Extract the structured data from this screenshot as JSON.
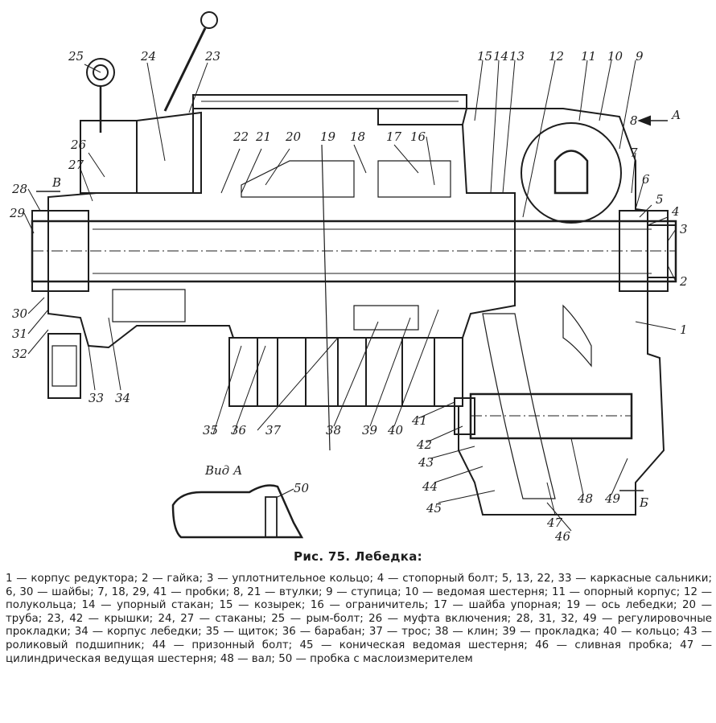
{
  "figure": {
    "caption": "Рис. 75. Лебедка:",
    "view_label": "Вид А",
    "arrow_labels": [
      "А",
      "В",
      "Б"
    ],
    "callouts": [
      "1",
      "2",
      "3",
      "4",
      "5",
      "6",
      "7",
      "8",
      "9",
      "10",
      "11",
      "12",
      "13",
      "14",
      "15",
      "16",
      "17",
      "18",
      "19",
      "20",
      "21",
      "22",
      "23",
      "24",
      "25",
      "26",
      "27",
      "28",
      "29",
      "30",
      "31",
      "32",
      "33",
      "34",
      "35",
      "36",
      "37",
      "38",
      "39",
      "40",
      "41",
      "42",
      "43",
      "44",
      "45",
      "46",
      "47",
      "48",
      "49",
      "50"
    ],
    "legend": "1 — корпус редуктора; 2 — гайка; 3 — уплотнительное кольцо; 4 — стопорный болт; 5, 13, 22, 33 — каркасные сальники; 6, 30 — шайбы; 7, 18, 29, 41 — пробки; 8, 21 — втулки; 9 — ступица; 10 — ведомая шестерня; 11 — опорный корпус; 12 — полукольца; 14 — упорный стакан; 15 — козырек; 16 — ограничитель; 17 — шайба упорная; 19 — ось лебедки; 20 — труба; 23, 42 — крышки; 24, 27 — стаканы; 25 — рым-болт; 26 — муфта включения; 28, 31, 32, 49 — регулировочные прокладки; 34 — корпус лебедки; 35 — щиток; 36 — барабан; 37 — трос; 38 — клин; 39 — прокладка; 40 — кольцо; 43 — роликовый подшипник; 44 — призонный болт; 45 — коническая ведомая шестерня; 46 — сливная пробка; 47 — цилиндрическая ведущая шестерня; 48 — вал; 50 — пробка с маслоизмерителем"
  }
}
